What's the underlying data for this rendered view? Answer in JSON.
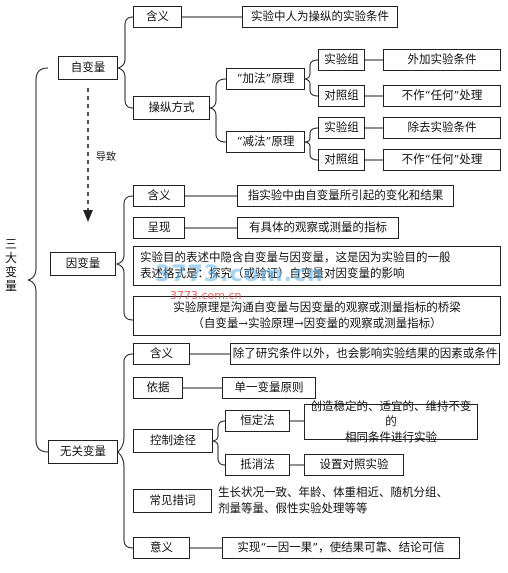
{
  "root": "三大变量",
  "independent": {
    "title": "自变量",
    "meaning_label": "含义",
    "meaning_text": "实验中人为操纵的实验条件",
    "method_label": "操纵方式",
    "add_principle": "“加法”原理",
    "sub_principle": "“减法”原理",
    "exp_group": "实验组",
    "ctrl_group": "对照组",
    "add_exp": "外加实验条件",
    "add_ctrl": "不作“任何”处理",
    "sub_exp": "除去实验条件",
    "sub_ctrl": "不作“任何”处理"
  },
  "arrow_label": "导致",
  "dependent": {
    "title": "因变量",
    "meaning_label": "含义",
    "meaning_text": "指实验中由自变量所引起的变化和结果",
    "present_label": "呈现",
    "present_text": "有具体的观察或测量的指标",
    "purpose_line1": "实验目的表述中隐含自变量与因变量，这是因为实验目的一般",
    "purpose_line2": "表述格式是：探究（或验证）自变量对因变量的影响",
    "principle_line1": "实验原理是沟通自变量与因变量的观察或测量指标的桥梁",
    "principle_line2": "（自变量→实验原理→因变量的观察或测量指标）"
  },
  "extraneous": {
    "title": "无关变量",
    "meaning_label": "含义",
    "meaning_text": "除了研究条件以外，也会影响实验结果的因素或条件",
    "basis_label": "依据",
    "basis_text": "单一变量原则",
    "control_label": "控制途径",
    "constant_label": "恒定法",
    "constant_line1": "创造稳定的、适宜的、维持不变的",
    "constant_line2": "相同条件进行实验",
    "offset_label": "抵消法",
    "offset_text": "设置对照实验",
    "common_label": "常见措词",
    "common_line1": "生长状况一致、年龄、体重相近、随机分组、",
    "common_line2": "剂量等量、假性实验处理等等",
    "meaning2_label": "意义",
    "meaning2_text": "实现“一因一果”，使结果可靠、结论可信"
  },
  "watermark": "3773.com.cn",
  "watermark_sub": "3773.com.cn"
}
